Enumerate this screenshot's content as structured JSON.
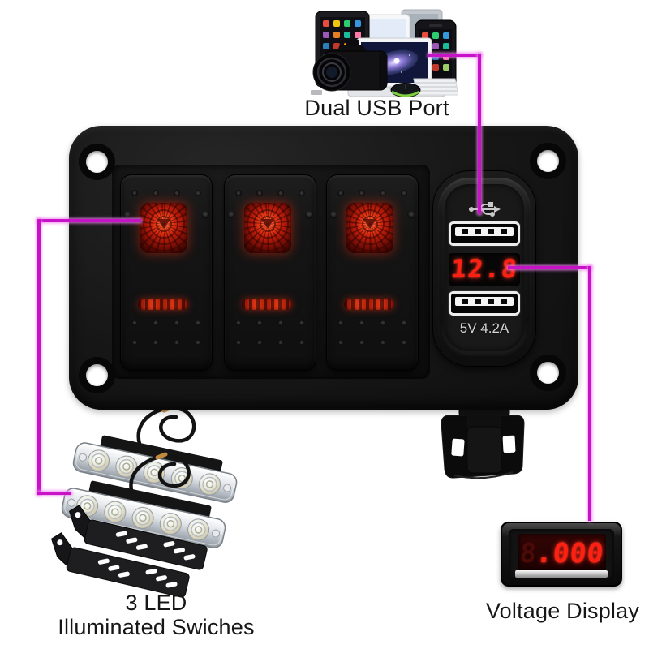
{
  "annotations": {
    "dual_usb_label": "Dual USB Port",
    "led_label_line1": "3 LED",
    "led_label_line2": "Illuminated Swiches",
    "voltage_label": "Voltage Display"
  },
  "panel": {
    "switch_count": 3,
    "usb_module": {
      "voltage_reading": "12.8",
      "port_rating": "5V 4.2A"
    }
  },
  "voltage_display": {
    "ghost_digit": "8",
    "reading": ".000"
  },
  "colors": {
    "callout_magenta": "#c712c7",
    "led_red": "#ff2013",
    "panel_black": "#111111",
    "chrome_silver": "#c9ccd1",
    "background": "#ffffff"
  },
  "icons": {
    "usb_symbol": "usb-trident-icon",
    "devices": "electronic-devices-collage",
    "led_bars": "led-light-bars",
    "brackets": "mounting-brackets",
    "clip": "mounting-clip"
  }
}
